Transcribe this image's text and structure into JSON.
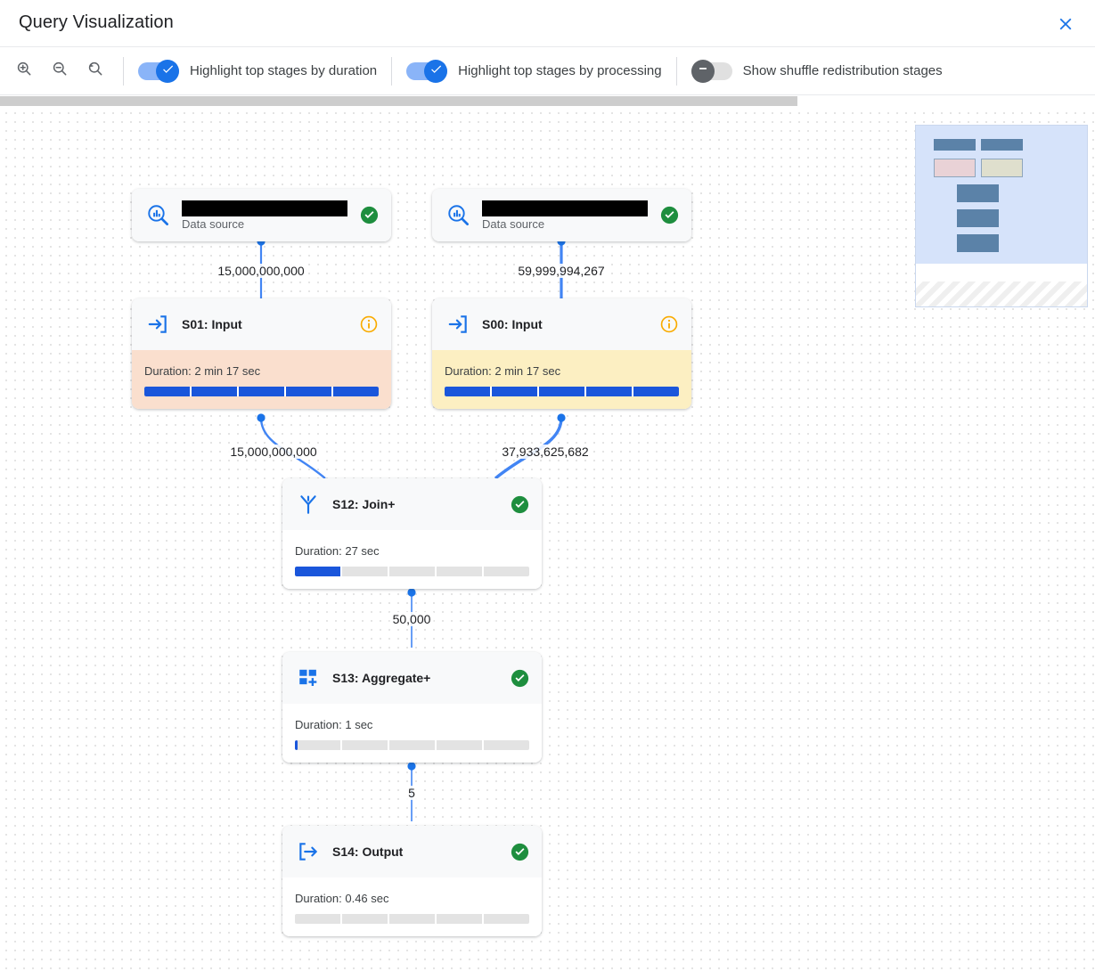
{
  "window": {
    "title": "Query Visualization",
    "close_icon": "close-icon"
  },
  "toolbar": {
    "zoom_in_icon": "zoom-in-icon",
    "zoom_out_icon": "zoom-out-icon",
    "zoom_reset_icon": "zoom-reset-icon",
    "toggles": [
      {
        "label": "Highlight top stages by duration",
        "state": "on"
      },
      {
        "label": "Highlight top stages by processing",
        "state": "on"
      },
      {
        "label": "Show shuffle redistribution stages",
        "state": "off"
      }
    ]
  },
  "colors": {
    "accent": "#1a73e8",
    "toggle_on_track": "#8ab4f8",
    "toggle_off_thumb": "#5f6368",
    "success_green": "#1e8e3e",
    "info_amber": "#f9ab00",
    "bar_fill": "#1a56db",
    "duration_high": "#fadfce",
    "duration_mid": "#fcefc2",
    "edge": "#4285f4"
  },
  "graph": {
    "nodes": [
      {
        "id": "ds-left",
        "type": "datasource",
        "icon": "data-source-icon",
        "name_redacted": true,
        "subtitle": "Data source",
        "status": "success"
      },
      {
        "id": "ds-right",
        "type": "datasource",
        "icon": "data-source-icon",
        "name_redacted": true,
        "subtitle": "Data source",
        "status": "success"
      },
      {
        "id": "s01",
        "type": "stage",
        "icon": "input-stage-icon",
        "title": "S01: Input",
        "status": "info",
        "duration_label": "Duration: 2 min 17 sec",
        "duration_pct": 100,
        "highlight": "duration-high"
      },
      {
        "id": "s00",
        "type": "stage",
        "icon": "input-stage-icon",
        "title": "S00: Input",
        "status": "info",
        "duration_label": "Duration: 2 min 17 sec",
        "duration_pct": 100,
        "highlight": "duration-mid"
      },
      {
        "id": "s12",
        "type": "stage",
        "icon": "join-stage-icon",
        "title": "S12: Join+",
        "status": "success",
        "duration_label": "Duration: 27 sec",
        "duration_pct": 20,
        "highlight": "none"
      },
      {
        "id": "s13",
        "type": "stage",
        "icon": "aggregate-stage-icon",
        "title": "S13: Aggregate+",
        "status": "success",
        "duration_label": "Duration: 1 sec",
        "duration_pct": 1,
        "highlight": "none"
      },
      {
        "id": "s14",
        "type": "stage",
        "icon": "output-stage-icon",
        "title": "S14: Output",
        "status": "success",
        "duration_label": "Duration: 0.46 sec",
        "duration_pct": 0,
        "highlight": "none"
      }
    ],
    "edges": [
      {
        "from": "ds-left",
        "to": "s01",
        "label": "15,000,000,000"
      },
      {
        "from": "ds-right",
        "to": "s00",
        "label": "59,999,994,267"
      },
      {
        "from": "s01",
        "to": "s12",
        "label": "15,000,000,000"
      },
      {
        "from": "s00",
        "to": "s12",
        "label": "37,933,625,682"
      },
      {
        "from": "s12",
        "to": "s13",
        "label": "50,000"
      },
      {
        "from": "s13",
        "to": "s14",
        "label": "5"
      }
    ]
  },
  "minimap": {
    "name": "graph-minimap"
  }
}
